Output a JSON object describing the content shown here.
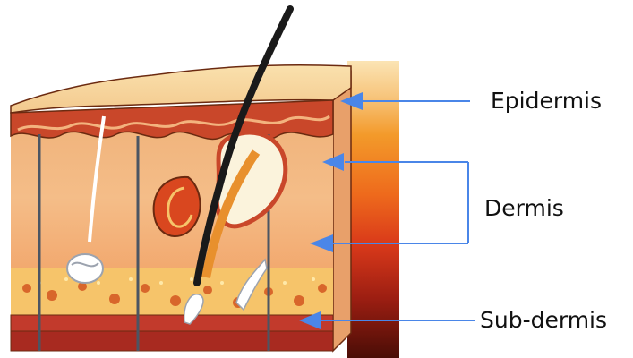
{
  "labels": {
    "epidermis": "Epidermis",
    "dermis": "Dermis",
    "subdermis": "Sub-dermis"
  },
  "colors": {
    "annotation": "#4a86e8",
    "epidermis": "#f6d39c",
    "dermis": "#ef9a5a",
    "subdermis": "#c0392b",
    "hair": "#1a1a1a"
  },
  "icons": {
    "layer_pointer": "arrowhead",
    "gradient_bar": "skin-depth-color-bar"
  }
}
